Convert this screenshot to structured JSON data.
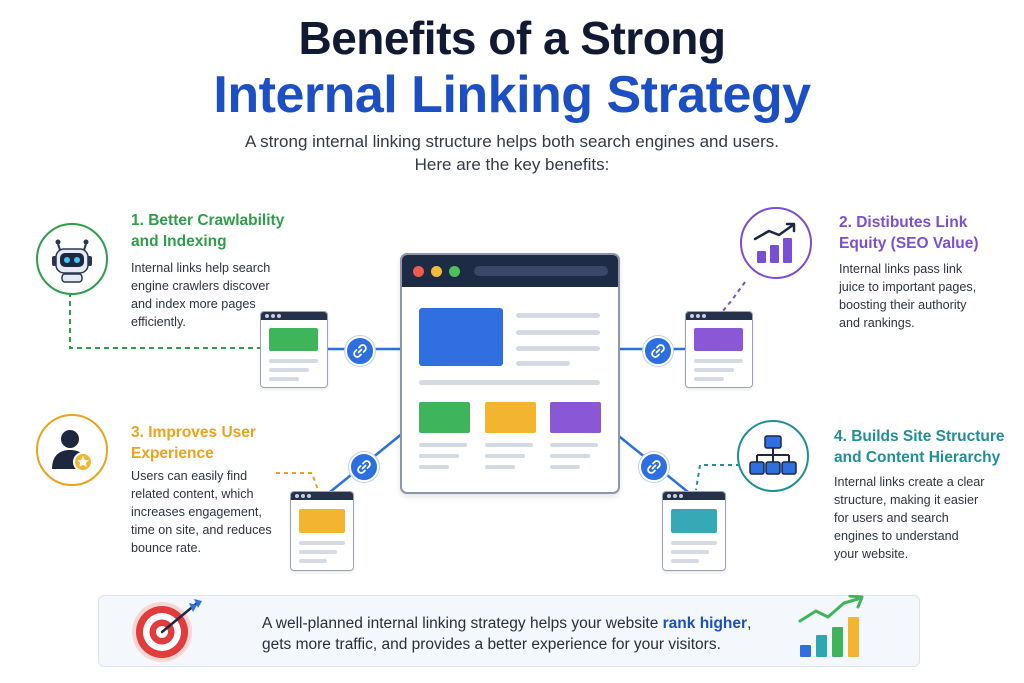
{
  "header": {
    "title_line1": "Benefits of a Strong",
    "title_line2": "Internal Linking Strategy",
    "subtitle_line1": "A strong internal linking structure helps both search engines and users.",
    "subtitle_line2": "Here are the key benefits:"
  },
  "benefits": [
    {
      "title_line1": "1. Better Crawlability",
      "title_line2": "and Indexing",
      "desc_lines": [
        "Internal links help search",
        "engine crawlers discover",
        "and index more pages",
        "efficiently."
      ],
      "color": "#2e9e4a",
      "icon": "robot-icon"
    },
    {
      "title_line1": "2. Distibutes Link",
      "title_line2": "Equity (SEO Value)",
      "desc_lines": [
        "Internal links pass link",
        "juice to important pages,",
        "boosting their authority",
        "and rankings."
      ],
      "color": "#7a4fd3",
      "icon": "growth-chart-icon"
    },
    {
      "title_line1": "3. Improves User",
      "title_line2": "Experience",
      "desc_lines": [
        "Users can easily find",
        "related content, which",
        "increases engagement,",
        "time on site, and reduces",
        "bounce rate."
      ],
      "color": "#eca21c",
      "icon": "user-star-icon"
    },
    {
      "title_line1": "4. Builds Site Structure",
      "title_line2": "and Content Hierarchy",
      "desc_lines": [
        "Internal links create a clear",
        "structure, making it easier",
        "for users and search",
        "engines to understand",
        "your website."
      ],
      "color": "#1f8f9a",
      "icon": "hierarchy-icon"
    }
  ],
  "footer": {
    "line1_before": "A well-planned internal linking strategy helps your website ",
    "line1_highlight": "rank higher",
    "line1_after": ",",
    "line2": "gets more traffic, and provides a better experience for your visitors.",
    "left_icon": "target-icon",
    "right_icon": "bar-chart-growth-icon"
  },
  "colors": {
    "title_dark": "#121a33",
    "title_blue": "#1d4fc4",
    "link_blue": "#2b6fe0",
    "green": "#2e9e4a",
    "purple": "#7a4fd3",
    "yellow": "#eca21c",
    "teal": "#1f8f9a",
    "main_blue_block": "#2f6fe0",
    "main_green_block": "#3eb55a",
    "main_yellow_block": "#f3b530",
    "main_purple_block": "#8a57d6"
  }
}
